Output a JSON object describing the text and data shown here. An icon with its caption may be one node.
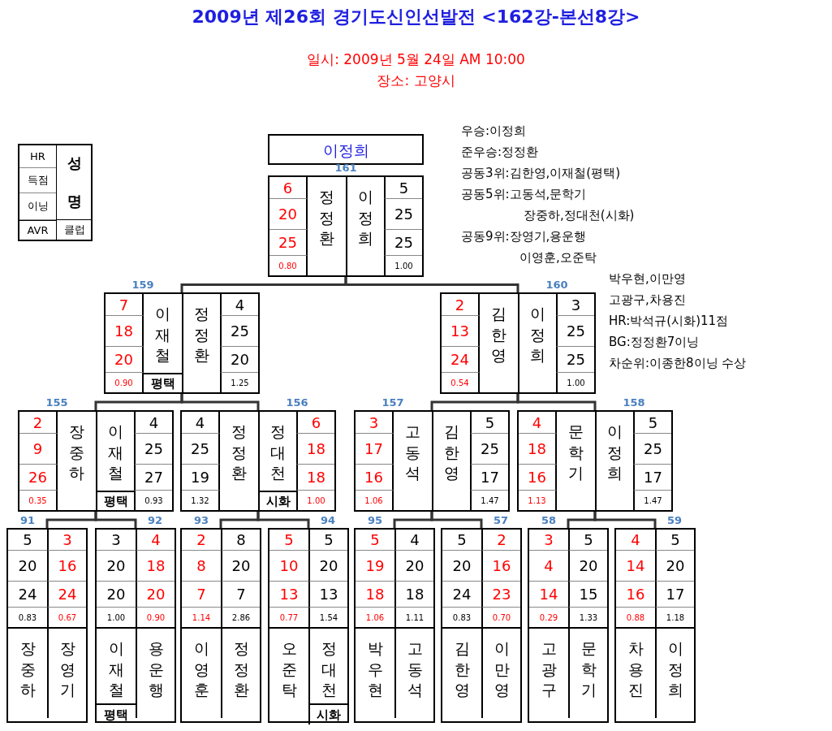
{
  "diagram": {
    "title": "2009년 제26회 경기도신인선발전 <162강-본선8강>",
    "nodes": [
      {
        "text": [
          "이정희"
        ]
      },
      {
        "text": [],
        "shape": "box",
        "beside": [
          "161"
        ]
      },
      {
        "text": [
          "6",
          "20",
          "25",
          "0.80",
          "정정환"
        ],
        "in": 1
      },
      {
        "text": [
          "5",
          "25",
          "25",
          "1.00",
          "이정희"
        ],
        "in": 1
      },
      {
        "text": [],
        "shape": "box",
        "beside": [
          "159"
        ]
      },
      {
        "text": [
          "7",
          "18",
          "20",
          "0.90",
          "이재철",
          "평택"
        ],
        "in": 4
      },
      {
        "text": [
          "4",
          "25",
          "20",
          "1.25",
          "정정환"
        ],
        "in": 4
      },
      {
        "text": [],
        "shape": "box",
        "beside": [
          "160"
        ]
      },
      {
        "text": [
          "2",
          "13",
          "24",
          "0.54",
          "김한영"
        ],
        "in": 7
      },
      {
        "text": [
          "3",
          "25",
          "25",
          "1.00",
          "이정희"
        ],
        "in": 7
      },
      {
        "text": [],
        "shape": "box",
        "beside": [
          "155"
        ]
      },
      {
        "text": [
          "2",
          "9",
          "26",
          "0.35",
          "장중하"
        ],
        "in": 10
      },
      {
        "text": [
          "4",
          "25",
          "27",
          "0.93",
          "이재철",
          "평택"
        ],
        "in": 10
      },
      {
        "text": [],
        "shape": "box",
        "beside": [
          "156"
        ]
      },
      {
        "text": [
          "4",
          "25",
          "19",
          "1.32",
          "정정환"
        ],
        "in": 13
      },
      {
        "text": [
          "6",
          "18",
          "18",
          "1.00",
          "정대천",
          "시화"
        ],
        "in": 13
      },
      {
        "text": [],
        "shape": "box",
        "beside": [
          "157"
        ]
      },
      {
        "text": [
          "3",
          "17",
          "16",
          "1.06",
          "고동석"
        ],
        "in": 16
      },
      {
        "text": [
          "5",
          "25",
          "17",
          "1.47",
          "김한영"
        ],
        "in": 16
      },
      {
        "text": [],
        "shape": "box",
        "beside": [
          "158"
        ]
      },
      {
        "text": [
          "4",
          "18",
          "16",
          "1.13",
          "문학기"
        ],
        "in": 19
      },
      {
        "text": [
          "5",
          "25",
          "17",
          "1.47",
          "이정희"
        ],
        "in": 19
      },
      {
        "text": [],
        "shape": "box",
        "beside": [
          "91"
        ]
      },
      {
        "text": [
          "5",
          "20",
          "24",
          "0.83",
          "장중하"
        ],
        "in": 22
      },
      {
        "text": [
          "3",
          "16",
          "24",
          "0.67",
          "장영기"
        ],
        "in": 22
      },
      {
        "text": [],
        "shape": "box",
        "beside": [
          "92"
        ]
      },
      {
        "text": [
          "3",
          "20",
          "20",
          "1.00",
          "이재철",
          "평택"
        ],
        "in": 25
      },
      {
        "text": [
          "4",
          "18",
          "20",
          "0.90",
          "용운행"
        ],
        "in": 25
      },
      {
        "text": [],
        "shape": "box",
        "beside": [
          "93"
        ]
      },
      {
        "text": [
          "2",
          "8",
          "7",
          "1.14",
          "이영훈"
        ],
        "in": 28
      },
      {
        "text": [
          "8",
          "20",
          "7",
          "2.86",
          "정정환"
        ],
        "in": 28
      },
      {
        "text": [],
        "shape": "box",
        "beside": [
          "94"
        ]
      },
      {
        "text": [
          "5",
          "10",
          "13",
          "0.77",
          "오준탁"
        ],
        "in": 31
      },
      {
        "text": [
          "5",
          "20",
          "13",
          "1.54",
          "정대천",
          "시화"
        ],
        "in": 31
      },
      {
        "text": [],
        "shape": "box",
        "beside": [
          "95"
        ]
      },
      {
        "text": [
          "5",
          "19",
          "18",
          "1.06",
          "박우현"
        ],
        "in": 34
      },
      {
        "text": [
          "4",
          "20",
          "18",
          "1.11",
          "고동석"
        ],
        "in": 34
      },
      {
        "text": [],
        "shape": "box",
        "beside": [
          "57"
        ]
      },
      {
        "text": [
          "5",
          "20",
          "24",
          "0.83",
          "김한영"
        ],
        "in": 37
      },
      {
        "text": [
          "2",
          "16",
          "23",
          "0.70",
          "이만영"
        ],
        "in": 37
      },
      {
        "text": [],
        "shape": "box",
        "beside": [
          "58"
        ]
      },
      {
        "text": [
          "3",
          "4",
          "14",
          "0.29",
          "고광구"
        ],
        "in": 40
      },
      {
        "text": [
          "5",
          "20",
          "15",
          "1.33",
          "문학기"
        ],
        "in": 40
      },
      {
        "text": [],
        "shape": "box",
        "beside": [
          "59"
        ]
      },
      {
        "text": [
          "4",
          "14",
          "16",
          "0.88",
          "차용진"
        ],
        "in": 43
      },
      {
        "text": [
          "5",
          "20",
          "17",
          "1.18",
          "이정희"
        ],
        "in": 43
      }
    ],
    "edges": [
      {
        "from": 4,
        "to": 1,
        "arrow": "none"
      },
      {
        "from": 7,
        "to": 1,
        "arrow": "none"
      },
      {
        "from": 10,
        "to": 4,
        "arrow": "none"
      },
      {
        "from": 13,
        "to": 4,
        "arrow": "none"
      },
      {
        "from": 16,
        "to": 7,
        "arrow": "none"
      },
      {
        "from": 19,
        "to": 7,
        "arrow": "none"
      },
      {
        "from": 22,
        "to": 10,
        "arrow": "none"
      },
      {
        "from": 25,
        "to": 10,
        "arrow": "none"
      },
      {
        "from": 28,
        "to": 13,
        "arrow": "none"
      },
      {
        "from": 31,
        "to": 13,
        "arrow": "none"
      },
      {
        "from": 34,
        "to": 16,
        "arrow": "none"
      },
      {
        "from": 37,
        "to": 16,
        "arrow": "none"
      },
      {
        "from": 40,
        "to": 19,
        "arrow": "none"
      },
      {
        "from": 43,
        "to": 19,
        "arrow": "none"
      }
    ],
    "labels": [
      "일시: 2009년 5월 24일 AM 10:00",
      "장소: 고양시",
      "HR",
      "득점",
      "이닝",
      "AVR",
      "성명",
      "클럽",
      "우승:이정희",
      "준우승:정정환",
      "공동3위:김한영,이재철(평택)",
      "공동5위:고동석,문학기",
      "장중하,정대천(시화)",
      "공동9위:장영기,용운행",
      "이영훈,오준탁",
      "박우현,이만영",
      "고광구,차용진",
      "HR:박석규(시화)11점",
      "BG:정정환7이닝",
      "차순위:이종한8이닝 수상"
    ]
  }
}
